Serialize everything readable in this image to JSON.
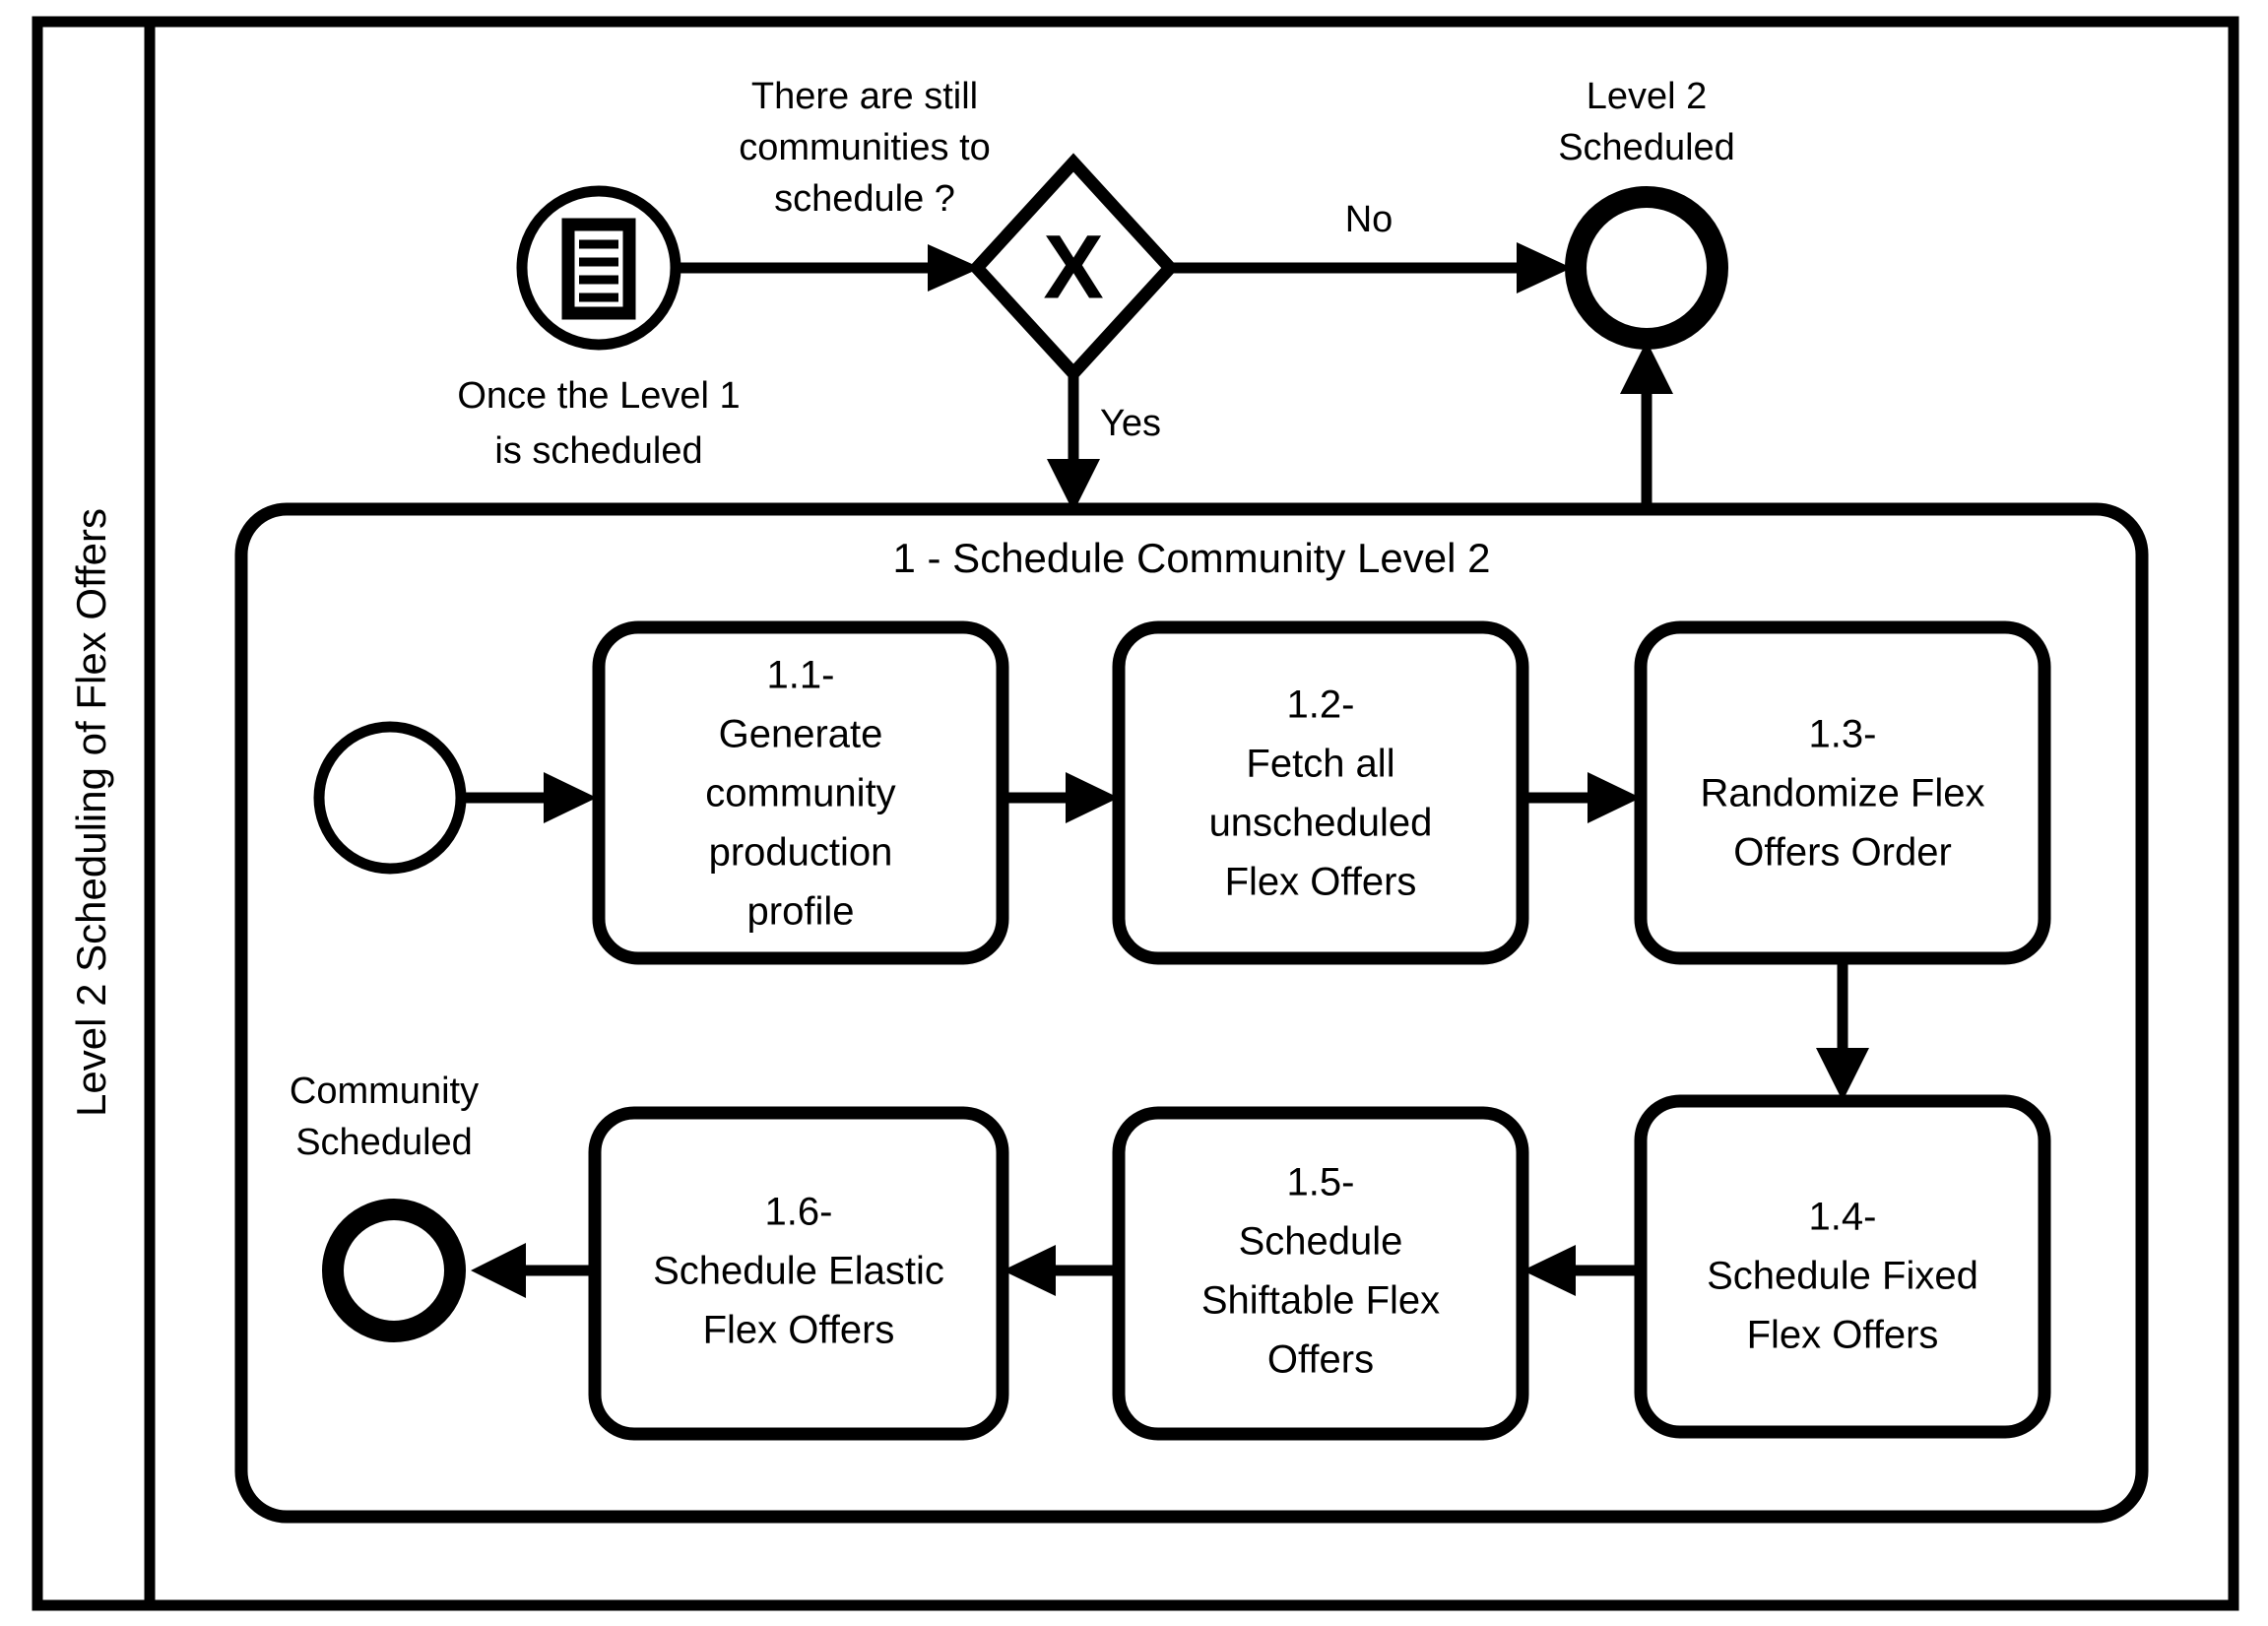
{
  "diagram": {
    "type": "bpmn-process",
    "pool": {
      "label": "Level 2 Scheduling of Flex Offers"
    },
    "start_event": {
      "icon": "conditional-document-icon",
      "annotation": "Once the Level 1 is scheduled"
    },
    "gateway": {
      "kind": "exclusive",
      "symbol": "X",
      "label": "There are still communities to schedule ?",
      "label_lines": [
        "There are still",
        "communities to",
        "schedule ?"
      ],
      "flows": [
        {
          "label": "No",
          "target": "level-2-scheduled-end-event"
        },
        {
          "label": "Yes",
          "target": "subprocess"
        }
      ]
    },
    "end_event_outer": {
      "label": "Level 2 Scheduled",
      "label_lines": [
        "Level 2",
        "Scheduled"
      ]
    },
    "subprocess": {
      "title": "1 - Schedule Community Level 2",
      "inner_start_event": {
        "name": "subprocess-start-event"
      },
      "inner_end_event": {
        "label": "Community Scheduled",
        "label_lines": [
          "Community",
          "Scheduled"
        ]
      },
      "tasks": [
        {
          "id": "1.1",
          "label": "1.1- Generate community production profile",
          "lines": [
            "1.1-",
            "Generate",
            "community",
            "production",
            "profile"
          ]
        },
        {
          "id": "1.2",
          "label": "1.2- Fetch all unscheduled Flex Offers",
          "lines": [
            "1.2-",
            "Fetch all",
            "unscheduled",
            "Flex Offers"
          ]
        },
        {
          "id": "1.3",
          "label": "1.3- Randomize Flex Offers Order",
          "lines": [
            "1.3-",
            "Randomize Flex",
            "Offers Order"
          ]
        },
        {
          "id": "1.4",
          "label": "1.4- Schedule Fixed Flex Offers",
          "lines": [
            "1.4-",
            "Schedule Fixed",
            "Flex Offers"
          ]
        },
        {
          "id": "1.5",
          "label": "1.5- Schedule Shiftable Flex Offers",
          "lines": [
            "1.5-",
            "Schedule",
            "Shiftable Flex",
            "Offers"
          ]
        },
        {
          "id": "1.6",
          "label": "1.6- Schedule Elastic Flex Offers",
          "lines": [
            "1.6-",
            "Schedule Elastic",
            "Flex Offers"
          ]
        }
      ]
    },
    "colors": {
      "stroke": "#000000",
      "background": "#ffffff"
    }
  }
}
